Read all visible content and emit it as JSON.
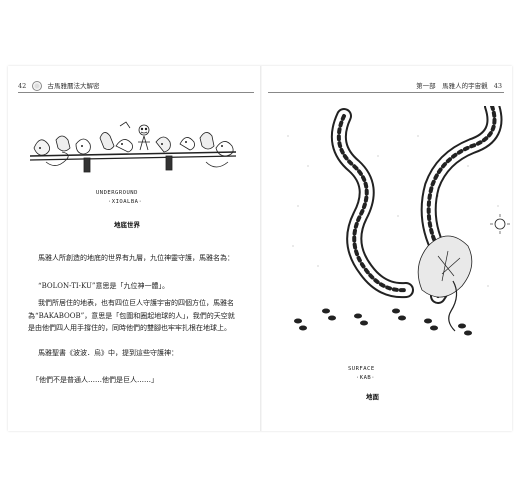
{
  "left_page": {
    "page_number": "42",
    "running_title": "古馬雅曆法大解密",
    "caption_main": "UNDERGROUND",
    "caption_sub": "·XIOALBA·",
    "caption_chinese": "地底世界",
    "paragraphs": [
      "馬雅人所創造的地底的世界有九層，九位神靈守護，馬雅名為：",
      "“BOLON-TI-KU”意思是「九位神一體」。",
      "我們所居住的地表，也有四位巨人守護宇宙的四個方位，馬雅名為“BAKABOOB”，意思是「包圍和圈起地球的人」，我們的天空就是由他們四人用手撐住的，同時他們的雙腳也牢牢扎根在地球上。",
      "馬雅聖書《波波．烏》中，提到這些守護神："
    ],
    "quote": "「他們不是普通人……他們是巨人……」"
  },
  "right_page": {
    "page_number": "43",
    "running_title": "第一部　馬雅人的宇宙觀",
    "caption_main": "SURFACE",
    "caption_sub": "·KAB·",
    "caption_chinese": "地面"
  },
  "colors": {
    "ink": "#222222",
    "paper": "#ffffff",
    "rule": "#888888"
  }
}
